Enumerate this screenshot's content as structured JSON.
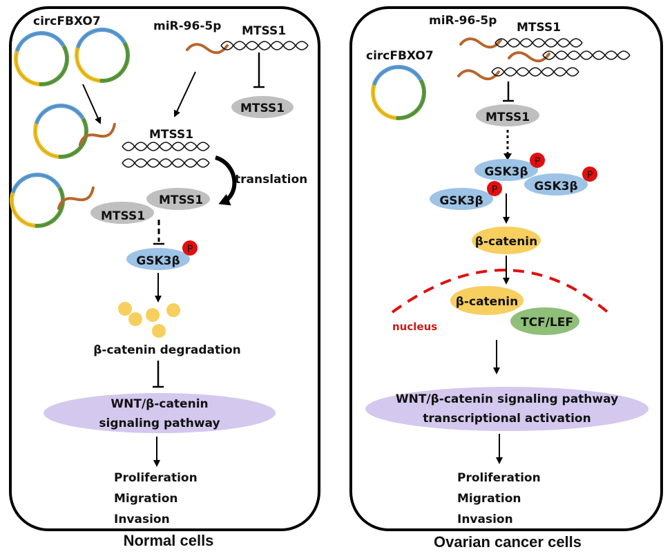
{
  "figure": {
    "colors": {
      "circ_blue": "#5b9bd5",
      "circ_green": "#5a9a3c",
      "circ_yellow": "#f0c020",
      "mirna": "#b8652a",
      "mtss1_protein": "#bfbfbf",
      "gsk3b": "#9dc3e6",
      "beta_catenin": "#f7cf5f",
      "tcf_lef": "#8fbf78",
      "wnt_pathway": "#d4c8ee",
      "phospho": "#e01010",
      "nucleus": "#e01010"
    },
    "normal": {
      "caption": "Normal cells",
      "circ_label": "circFBXO7",
      "mir_label": "miR-96-5p",
      "mtss1_mrna_top": "MTSS1",
      "mtss1_protein_repressed": "MTSS1",
      "mtss1_mrna_free": "MTSS1",
      "translation": "translation",
      "mtss1_protein_a": "MTSS1",
      "mtss1_protein_b": "MTSS1",
      "gsk3b": "GSK3β",
      "phospho": "P",
      "degradation": "β-catenin degradation",
      "wnt_line1": "WNT/β-catenin",
      "wnt_line2": "signaling pathway",
      "outcomes": [
        "Proliferation",
        "Migration",
        "Invasion"
      ]
    },
    "cancer": {
      "caption": "Ovarian cancer cells",
      "circ_label": "circFBXO7",
      "mir_label": "miR-96-5p",
      "mtss1_mrna": "MTSS1",
      "mtss1_protein": "MTSS1",
      "gsk3b_a": "GSK3β",
      "gsk3b_b": "GSK3β",
      "gsk3b_c": "GSK3β",
      "phospho": "P",
      "beta_catenin_cyto": "β-catenin",
      "beta_catenin_nuc": "β-catenin",
      "tcf_lef": "TCF/LEF",
      "nucleus": "nucleus",
      "wnt_line1": "WNT/β-catenin signaling pathway",
      "wnt_line2": "transcriptional activation",
      "outcomes": [
        "Proliferation",
        "Migration",
        "Invasion"
      ]
    }
  }
}
